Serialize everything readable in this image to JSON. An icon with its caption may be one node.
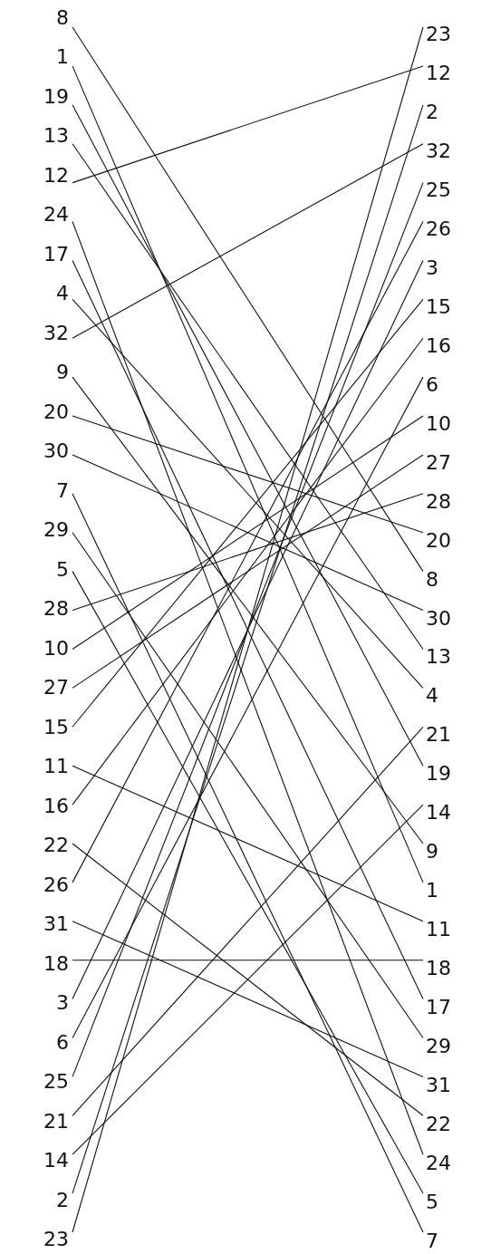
{
  "diagram": {
    "nodes": [
      {
        "text": [
          "8"
        ]
      },
      {
        "text": [
          "1"
        ]
      },
      {
        "text": [
          "19"
        ]
      },
      {
        "text": [
          "13"
        ]
      },
      {
        "text": [
          "12"
        ]
      },
      {
        "text": [
          "24"
        ]
      },
      {
        "text": [
          "17"
        ]
      },
      {
        "text": [
          "4"
        ]
      },
      {
        "text": [
          "32"
        ]
      },
      {
        "text": [
          "9"
        ]
      },
      {
        "text": [
          "20"
        ]
      },
      {
        "text": [
          "30"
        ]
      },
      {
        "text": [
          "7"
        ]
      },
      {
        "text": [
          "29"
        ]
      },
      {
        "text": [
          "5"
        ]
      },
      {
        "text": [
          "28"
        ]
      },
      {
        "text": [
          "10"
        ]
      },
      {
        "text": [
          "27"
        ]
      },
      {
        "text": [
          "15"
        ]
      },
      {
        "text": [
          "11"
        ]
      },
      {
        "text": [
          "16"
        ]
      },
      {
        "text": [
          "22"
        ]
      },
      {
        "text": [
          "26"
        ]
      },
      {
        "text": [
          "31"
        ]
      },
      {
        "text": [
          "18"
        ]
      },
      {
        "text": [
          "3"
        ]
      },
      {
        "text": [
          "6"
        ]
      },
      {
        "text": [
          "25"
        ]
      },
      {
        "text": [
          "21"
        ]
      },
      {
        "text": [
          "14"
        ]
      },
      {
        "text": [
          "2"
        ]
      },
      {
        "text": [
          "23"
        ]
      },
      {
        "text": [
          "23"
        ]
      },
      {
        "text": [
          "12"
        ]
      },
      {
        "text": [
          "2"
        ]
      },
      {
        "text": [
          "32"
        ]
      },
      {
        "text": [
          "25"
        ]
      },
      {
        "text": [
          "26"
        ]
      },
      {
        "text": [
          "3"
        ]
      },
      {
        "text": [
          "15"
        ]
      },
      {
        "text": [
          "16"
        ]
      },
      {
        "text": [
          "6"
        ]
      },
      {
        "text": [
          "10"
        ]
      },
      {
        "text": [
          "27"
        ]
      },
      {
        "text": [
          "28"
        ]
      },
      {
        "text": [
          "20"
        ]
      },
      {
        "text": [
          "8"
        ]
      },
      {
        "text": [
          "30"
        ]
      },
      {
        "text": [
          "13"
        ]
      },
      {
        "text": [
          "4"
        ]
      },
      {
        "text": [
          "21"
        ]
      },
      {
        "text": [
          "19"
        ]
      },
      {
        "text": [
          "14"
        ]
      },
      {
        "text": [
          "9"
        ]
      },
      {
        "text": [
          "1"
        ]
      },
      {
        "text": [
          "11"
        ]
      },
      {
        "text": [
          "18"
        ]
      },
      {
        "text": [
          "17"
        ]
      },
      {
        "text": [
          "29"
        ]
      },
      {
        "text": [
          "31"
        ]
      },
      {
        "text": [
          "22"
        ]
      },
      {
        "text": [
          "24"
        ]
      },
      {
        "text": [
          "5"
        ]
      },
      {
        "text": [
          "7"
        ]
      }
    ],
    "edges": [
      {
        "from": 0,
        "to": 46,
        "arrow": "none"
      },
      {
        "from": 1,
        "to": 54,
        "arrow": "none"
      },
      {
        "from": 2,
        "to": 51,
        "arrow": "none"
      },
      {
        "from": 3,
        "to": 48,
        "arrow": "none"
      },
      {
        "from": 4,
        "to": 33,
        "arrow": "none"
      },
      {
        "from": 5,
        "to": 61,
        "arrow": "none"
      },
      {
        "from": 6,
        "to": 57,
        "arrow": "none"
      },
      {
        "from": 7,
        "to": 49,
        "arrow": "none"
      },
      {
        "from": 8,
        "to": 35,
        "arrow": "none"
      },
      {
        "from": 9,
        "to": 53,
        "arrow": "none"
      },
      {
        "from": 10,
        "to": 45,
        "arrow": "none"
      },
      {
        "from": 11,
        "to": 47,
        "arrow": "none"
      },
      {
        "from": 12,
        "to": 63,
        "arrow": "none"
      },
      {
        "from": 13,
        "to": 58,
        "arrow": "none"
      },
      {
        "from": 14,
        "to": 62,
        "arrow": "none"
      },
      {
        "from": 15,
        "to": 44,
        "arrow": "none"
      },
      {
        "from": 16,
        "to": 42,
        "arrow": "none"
      },
      {
        "from": 17,
        "to": 43,
        "arrow": "none"
      },
      {
        "from": 18,
        "to": 39,
        "arrow": "none"
      },
      {
        "from": 19,
        "to": 55,
        "arrow": "none"
      },
      {
        "from": 20,
        "to": 40,
        "arrow": "none"
      },
      {
        "from": 21,
        "to": 60,
        "arrow": "none"
      },
      {
        "from": 22,
        "to": 37,
        "arrow": "none"
      },
      {
        "from": 23,
        "to": 59,
        "arrow": "none"
      },
      {
        "from": 24,
        "to": 56,
        "arrow": "none"
      },
      {
        "from": 25,
        "to": 38,
        "arrow": "none"
      },
      {
        "from": 26,
        "to": 41,
        "arrow": "none"
      },
      {
        "from": 27,
        "to": 36,
        "arrow": "none"
      },
      {
        "from": 28,
        "to": 50,
        "arrow": "none"
      },
      {
        "from": 29,
        "to": 52,
        "arrow": "none"
      },
      {
        "from": 30,
        "to": 34,
        "arrow": "none"
      },
      {
        "from": 31,
        "to": 32,
        "arrow": "none"
      }
    ]
  }
}
